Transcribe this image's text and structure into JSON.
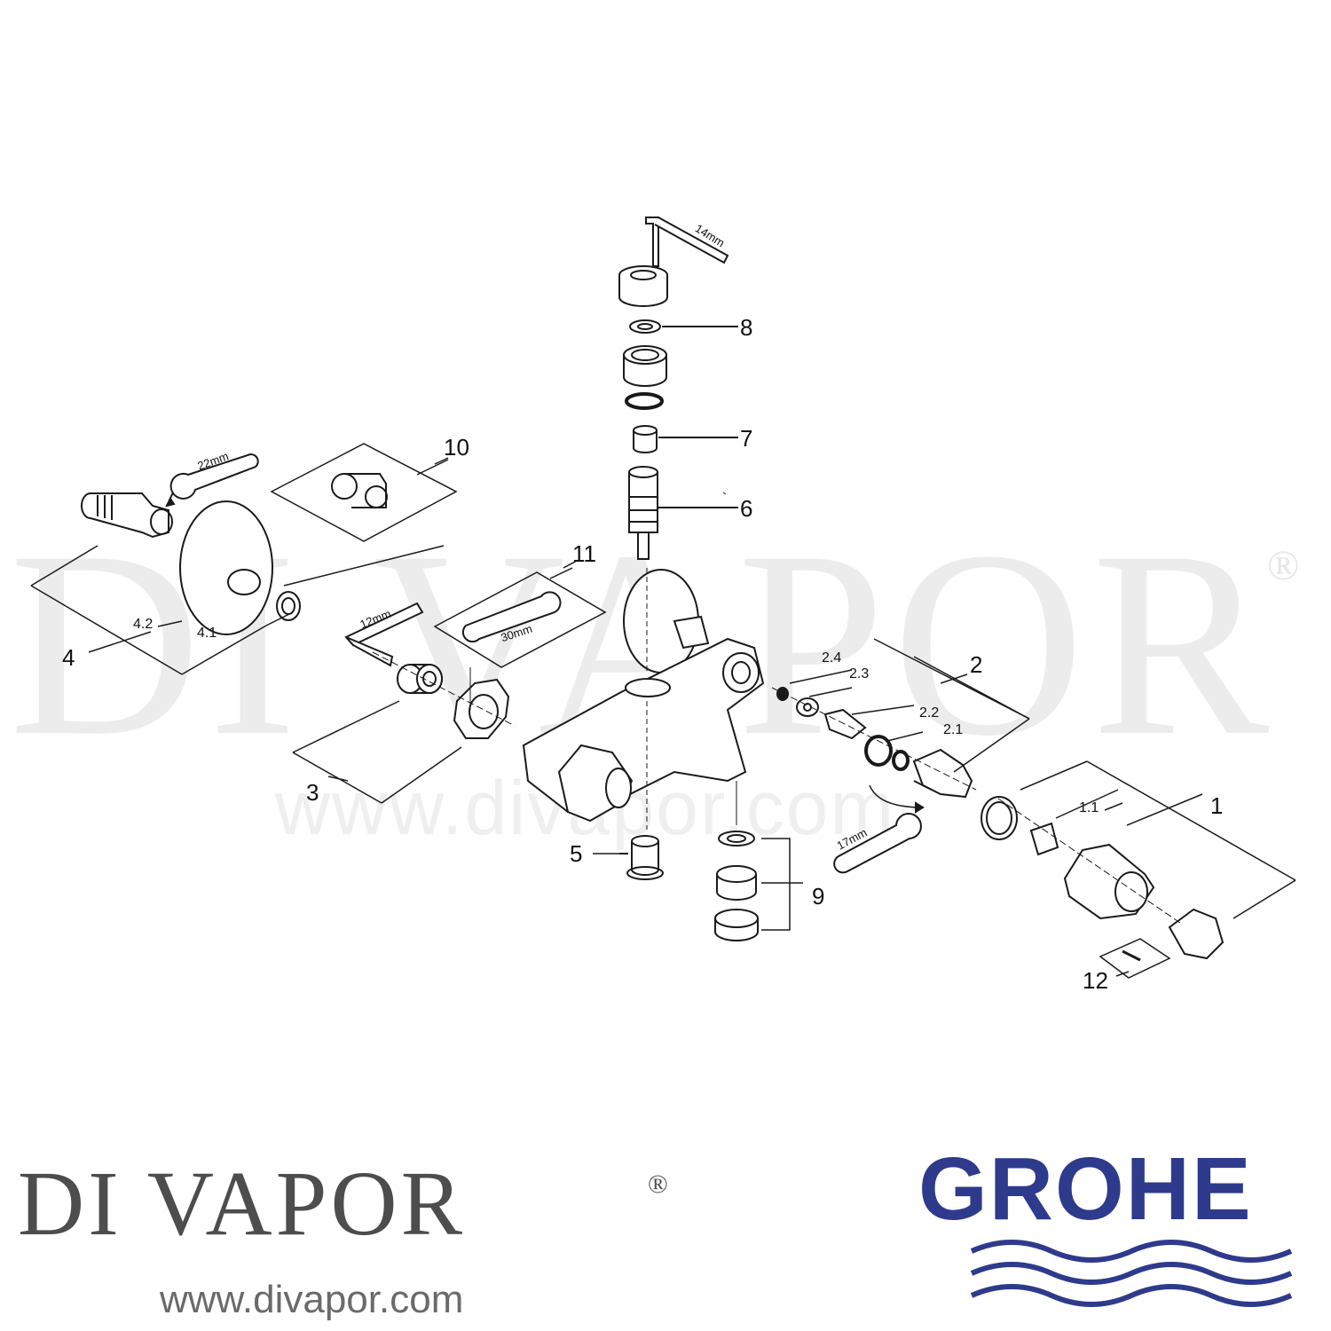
{
  "watermark": {
    "brand": "DI VAPOR",
    "registered": "®",
    "url": "www.divapor.com"
  },
  "callouts": {
    "p1": "1",
    "p1_1": "1.1",
    "p2": "2",
    "p2_1": "2.1",
    "p2_2": "2.2",
    "p2_3": "2.3",
    "p2_4": "2.4",
    "p3": "3",
    "p4": "4",
    "p4_1": "4.1",
    "p4_2": "4.2",
    "p5": "5",
    "p6": "6",
    "p7": "7",
    "p8": "8",
    "p9": "9",
    "p10": "10",
    "p11": "11",
    "p12": "12"
  },
  "tools": {
    "hex_key_top": "14mm",
    "hex_key_left": "12mm",
    "spanner_top_left": "22mm",
    "spanner_center": "30mm",
    "spanner_right": "17mm"
  },
  "footer": {
    "divapor_logo": "DI VAPOR",
    "divapor_registered": "®",
    "divapor_url": "www.divapor.com",
    "grohe_logo": "GROHE",
    "grohe_color": "#2e3a8c"
  },
  "line_color": "#1a1a1a"
}
